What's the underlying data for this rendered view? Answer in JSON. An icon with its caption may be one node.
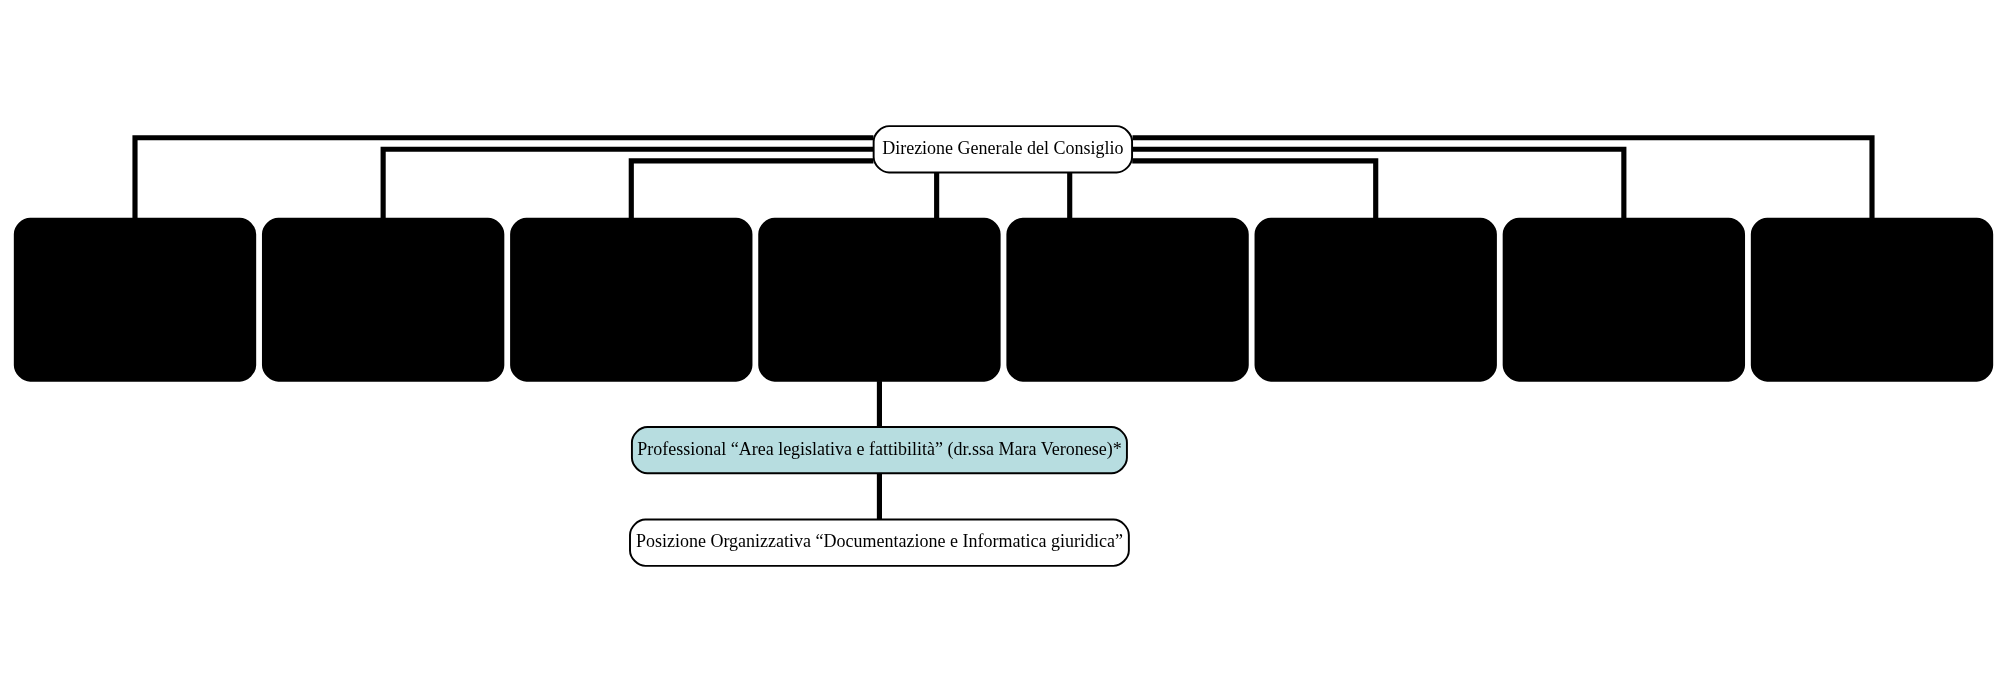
{
  "diagram": {
    "nodes": [
      {
        "text": [
          "Direzione Generale del Consiglio"
        ]
      },
      {
        "text": [],
        "shape": "box"
      },
      {
        "text": [],
        "shape": "box"
      },
      {
        "text": [],
        "shape": "box"
      },
      {
        "text": [],
        "shape": "box"
      },
      {
        "text": [],
        "shape": "box"
      },
      {
        "text": [],
        "shape": "box"
      },
      {
        "text": [],
        "shape": "box"
      },
      {
        "text": [],
        "shape": "box"
      },
      {
        "text": [
          "Professional “Area legislativa e fattibilità” (dr.ssa Mara Veronese)*"
        ]
      },
      {
        "text": [
          "Posizione Organizzativa “Documentazione e Informatica giuridica”"
        ]
      }
    ],
    "edges": [
      {
        "from": 0,
        "to": 1,
        "arrow": "none"
      },
      {
        "from": 0,
        "to": 2,
        "arrow": "none"
      },
      {
        "from": 0,
        "to": 3,
        "arrow": "none"
      },
      {
        "from": 0,
        "to": 4,
        "arrow": "none"
      },
      {
        "from": 0,
        "to": 5,
        "arrow": "none"
      },
      {
        "from": 0,
        "to": 6,
        "arrow": "none"
      },
      {
        "from": 0,
        "to": 7,
        "arrow": "none"
      },
      {
        "from": 0,
        "to": 8,
        "arrow": "none"
      },
      {
        "from": 4,
        "to": 9,
        "arrow": "none"
      },
      {
        "from": 9,
        "to": 10,
        "arrow": "none"
      }
    ]
  }
}
